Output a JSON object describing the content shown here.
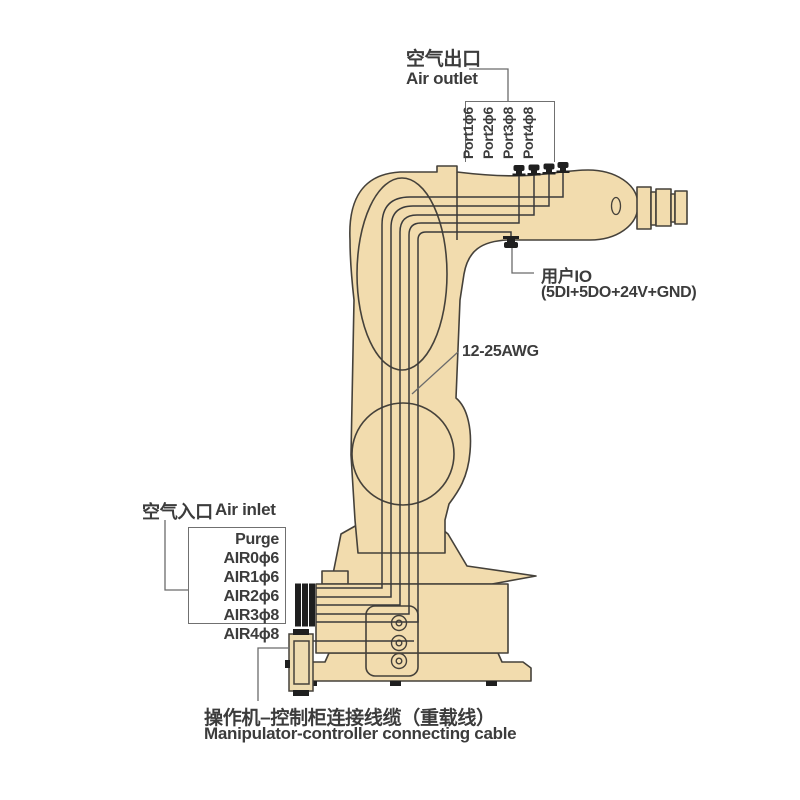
{
  "diagram_title": "Robot manipulator pneumatic and electrical interface diagram",
  "colors": {
    "body_fill": "#f2dcae",
    "outline": "#45413a",
    "cable": "#3a3a3a",
    "connector": "#1f1f1f",
    "leader_line": "#6b6b6b",
    "text": "#3c3c3c",
    "background": "#ffffff"
  },
  "labels": {
    "air_outlet": {
      "cn": "空气出口",
      "en": "Air outlet",
      "ports": [
        "Port1ϕ6",
        "Port2ϕ6",
        "Port3ϕ8",
        "Port4ϕ8"
      ]
    },
    "user_io": {
      "cn": "用户IO",
      "spec": "(5DI+5DO+24V+GND)"
    },
    "wire_gauge": "12-25AWG",
    "air_inlet": {
      "cn": "空气入口",
      "en": "Air inlet",
      "lines": [
        "Purge AIR0ϕ6",
        "AIR1ϕ6",
        "AIR2ϕ6",
        "AIR3ϕ8",
        "AIR4ϕ8"
      ]
    },
    "heavy_cable": {
      "cn": "操作机–控制柜连接线缆（重载线）",
      "en": "Manipulator-controller connecting cable"
    }
  }
}
